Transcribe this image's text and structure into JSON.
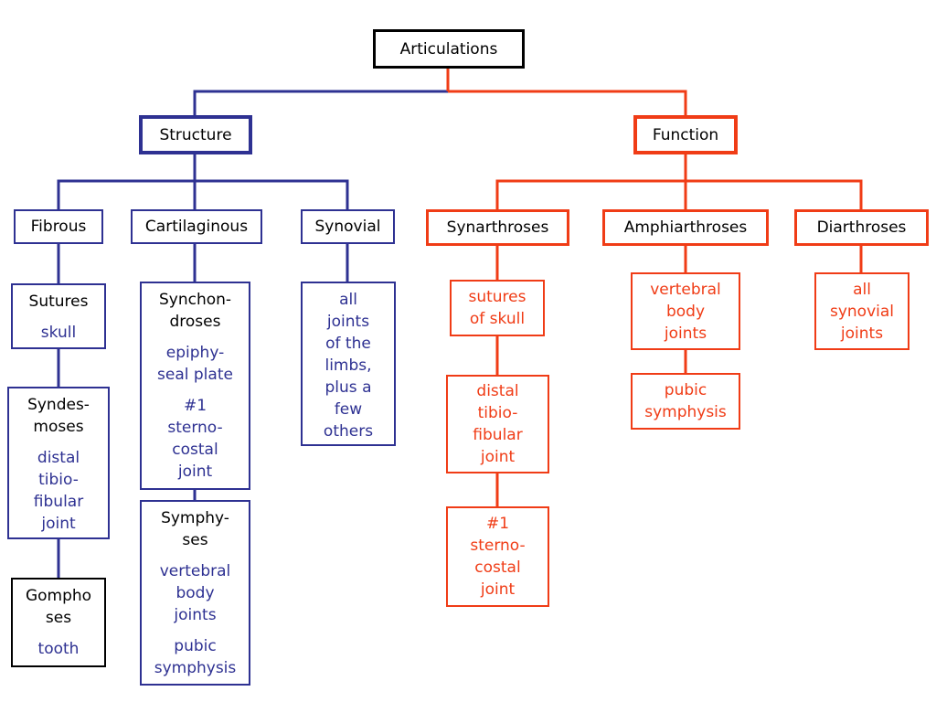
{
  "colors": {
    "structure": "#2e3192",
    "function": "#f03c16",
    "root": "#000000"
  },
  "root": {
    "label": "Articulations"
  },
  "structure": {
    "label": "Structure",
    "fibrous": {
      "label": "Fibrous",
      "sutures": {
        "title": "Sutures",
        "example": "skull"
      },
      "syndesmoses": {
        "title_l1": "Syndes-",
        "title_l2": "moses",
        "example_l1": "distal",
        "example_l2": "tibio-",
        "example_l3": "fibular",
        "example_l4": "joint"
      },
      "gomphoses": {
        "title_l1": "Gompho",
        "title_l2": "ses",
        "example": "tooth"
      }
    },
    "cartilaginous": {
      "label": "Cartilaginous",
      "synchondroses": {
        "title_l1": "Synchon-",
        "title_l2": "droses",
        "ex1_l1": "epiphy-",
        "ex1_l2": "seal plate",
        "ex2_l1": "#1",
        "ex2_l2": "sterno-",
        "ex2_l3": "costal",
        "ex2_l4": "joint"
      },
      "symphyses": {
        "title_l1": "Symphy-",
        "title_l2": "ses",
        "ex1_l1": "vertebral",
        "ex1_l2": "body",
        "ex1_l3": "joints",
        "ex2_l1": "pubic",
        "ex2_l2": "symphysis"
      }
    },
    "synovial": {
      "label": "Synovial",
      "example": [
        "all",
        "joints",
        "of the",
        "limbs,",
        "plus a",
        "few",
        "others"
      ]
    }
  },
  "function": {
    "label": "Function",
    "synarthroses": {
      "label": "Synarthroses",
      "ex1": [
        "sutures",
        "of skull"
      ],
      "ex2": [
        "distal",
        "tibio-",
        "fibular",
        "joint"
      ],
      "ex3": [
        "#1",
        "sterno-",
        "costal",
        "joint"
      ]
    },
    "amphiarthroses": {
      "label": "Amphiarthroses",
      "ex1": [
        "vertebral",
        "body",
        "joints"
      ],
      "ex2": [
        "pubic",
        "symphysis"
      ]
    },
    "diarthroses": {
      "label": "Diarthroses",
      "ex1": [
        "all",
        "synovial",
        "joints"
      ]
    }
  }
}
